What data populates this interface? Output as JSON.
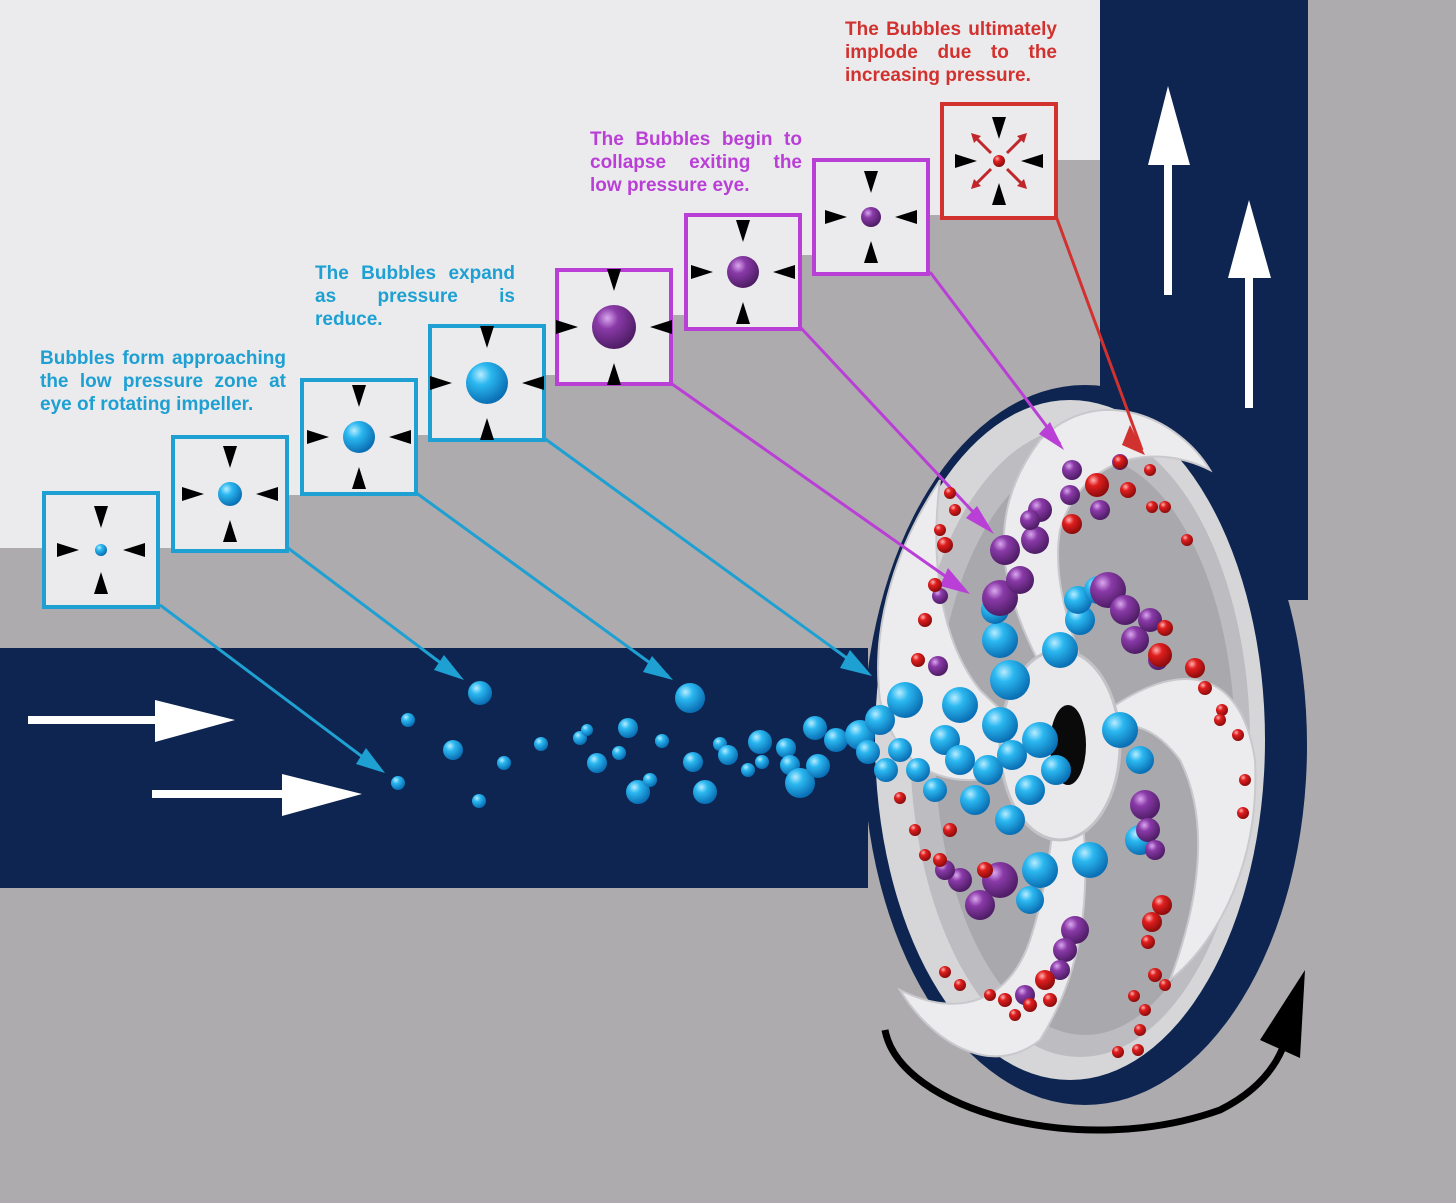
{
  "captions": {
    "bubbles_form": "Bubbles form approaching the low pressure zone at eye of rotating impeller.",
    "bubbles_expand": "The Bubbles expand as pressure is reduce.",
    "bubbles_collapse": "The Bubbles begin to collapse exiting the low pressure eye.",
    "bubbles_implode": "The Bubbles ultimately implode due to the increasing pressure."
  },
  "colors": {
    "background_upper": "#ebebed",
    "casing_gray": "#aeabae",
    "fluid_navy": "#0d2550",
    "stage_blue": "#1ea0d3",
    "stage_purple": "#b93fd6",
    "stage_red": "#d2322f",
    "bubble_blue": "#19a9e6",
    "bubble_purple": "#7b3597",
    "bubble_red": "#e11b1b"
  },
  "icons": {
    "pressure_box": "pressure-arrows-icon",
    "flow_arrow": "flow-arrow-icon",
    "rotation_arrow": "rotation-arrow-icon",
    "implode_burst": "implode-burst-icon"
  }
}
